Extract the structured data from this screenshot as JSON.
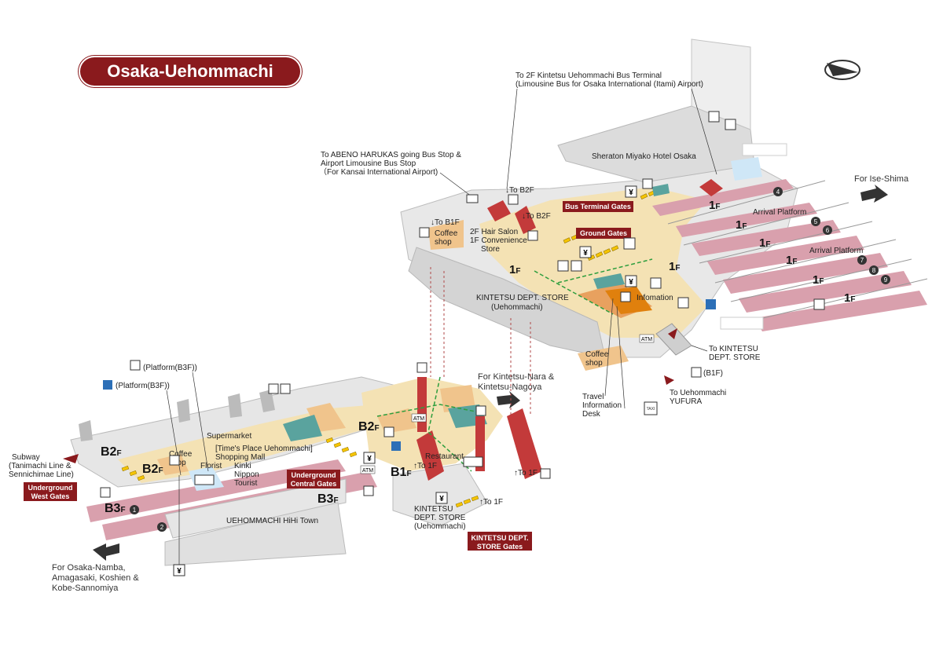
{
  "title": "Osaka-Uehommachi Station",
  "directions": {
    "ise_shima": "For Ise-Shima",
    "nara_nagoya": [
      "For Kintetsu-Nara &",
      "Kintetsu-Nagoya"
    ],
    "namba": [
      "For Osaka-Namba,",
      "Amagasaki, Koshien &",
      "Kobe-Sannomiya"
    ]
  },
  "callouts": {
    "bus_terminal_2f": [
      "To 2F Kintetsu Uehommachi Bus Terminal",
      "(Limousine Bus for Osaka International (Itami) Airport)"
    ],
    "abeno": [
      "To ABENO HARUKAS going Bus Stop &",
      "Airport Limousine Bus Stop",
      "（For Kansai International Airport)"
    ],
    "to_kintetsu_dept": [
      "To KINTETSU",
      "DEPT. STORE"
    ],
    "to_yufura": [
      "To Uehommachi",
      "YUFURA"
    ],
    "b1f": "(B1F)",
    "travel_desk": [
      "Travel",
      "Information",
      "Desk"
    ],
    "subway": [
      "Subway",
      "(Tanimachi Line &",
      "Sennichimae Line)"
    ],
    "platform_b3f_1": "(Platform(B3F))",
    "platform_b3f_2": "(Platform(B3F))"
  },
  "gates": {
    "bus_terminal": "Bus Terminal Gates",
    "ground": "Ground Gates",
    "underground_central": [
      "Underground",
      "Central Gates"
    ],
    "underground_west": [
      "Underground",
      "West Gates"
    ],
    "kintetsu_dept": [
      "KINTETSU DEPT.",
      "STORE Gates"
    ]
  },
  "places": {
    "sheraton": "Sheraton Miyako Hotel Osaka",
    "kintetsu_dept_1f": [
      "KINTETSU DEPT. STORE",
      "(Uehommachi)"
    ],
    "kintetsu_dept_b1": [
      "KINTETSU",
      "DEPT. STORE",
      "(Uehommachi)"
    ],
    "coffee_shop": [
      "Coffee",
      "shop"
    ],
    "hair_salon": [
      "2F Hair Salon",
      "1F Convenience",
      "Store"
    ],
    "infomation": "Infomation",
    "supermarket": "Supermarket",
    "times_place": [
      "[Time's Place Uehommachi]",
      "Shopping Mall"
    ],
    "florist": "Florist",
    "kinki_nippon": [
      "Kinki",
      "Nippon",
      "Tourist"
    ],
    "restaurant": "Restaurant",
    "hihi_town": "UEHOMMACHI HiHi Town",
    "arrival_platform": "Arrival Platform",
    "atm": "ATM"
  },
  "floors": {
    "f1": "1",
    "b1": "B1",
    "b2": "B2",
    "b3": "B3",
    "suffix": "F"
  },
  "arrows": {
    "to_b2f": "↓To B2F",
    "to_b2f_b": "↓To B2F",
    "to_b1f": "↓To B1F",
    "to_1f_a": "↑To 1F",
    "to_1f_b": "↑To 1F",
    "to_1f_c": "↑To 1F"
  },
  "platform_numbers": [
    "1",
    "2",
    "4",
    "5",
    "6",
    "7",
    "8",
    "9"
  ],
  "symbols": {
    "yen": "¥",
    "taxi": "TAXI"
  },
  "colors": {
    "brand": "#8a1a1d",
    "platform": "#d9a0ad",
    "floor_cream": "#f4e2b4",
    "floor_grey": "#e6e6e6",
    "gate_yellow": "#f5c400",
    "path_green": "#2e9e3e",
    "teal": "#5aa39e"
  }
}
